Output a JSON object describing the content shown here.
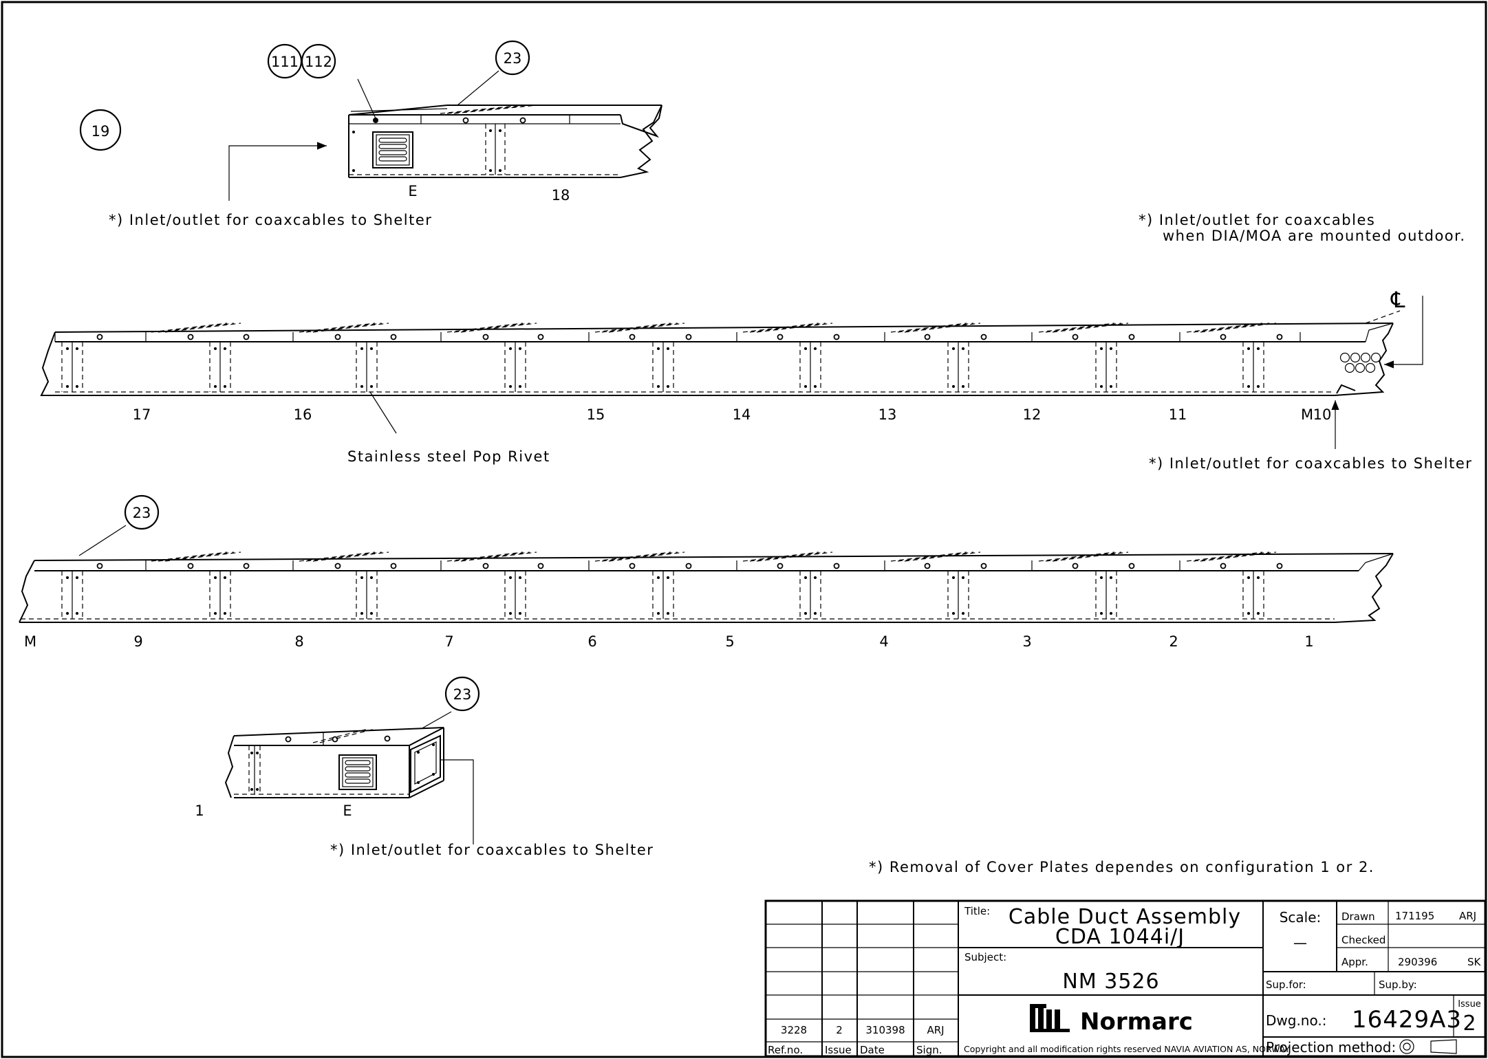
{
  "drawing": {
    "balloons": {
      "b111": "111",
      "b112": "112",
      "b23": "23",
      "b19": "19"
    },
    "annotations": {
      "inlet_shelter": "*) Inlet/outlet for coaxcables to Shelter",
      "inlet_outdoor_1": "*) Inlet/outlet for coaxcables",
      "inlet_outdoor_2": "when DIA/MOA are mounted outdoor.",
      "pop_rivet": "Stainless steel Pop Rivet",
      "removal_note": "*) Removal of Cover Plates dependes on configuration 1 or 2.",
      "centerline": "℄"
    },
    "top_section": {
      "left_label": "E",
      "right_label": "18"
    },
    "row1_segments": [
      "17",
      "16",
      "15",
      "14",
      "13",
      "12",
      "11",
      "10",
      "M"
    ],
    "row2_segments": [
      "M",
      "9",
      "8",
      "7",
      "6",
      "5",
      "4",
      "3",
      "2",
      "1"
    ],
    "end_section": {
      "left_label": "1",
      "right_label": "E"
    }
  },
  "title_block": {
    "revision": {
      "ref_no": "3228",
      "issue": "2",
      "date": "310398",
      "sign": "ARJ"
    },
    "headers": {
      "ref_no": "Ref.no.",
      "issue": "Issue",
      "date": "Date",
      "sign": "Sign."
    },
    "title_label": "Title:",
    "title_line1": "Cable Duct Assembly",
    "title_line2": "CDA 1044i/J",
    "subject_label": "Subject:",
    "subject": "NM 3526",
    "company": "Normarc",
    "copyright": "Copyright and all modification rights reserved NAVIA AVIATION AS, NORWAY",
    "scale_label": "Scale:",
    "scale_value": "—",
    "drawn_label": "Drawn",
    "drawn_date": "171195",
    "drawn_by": "ARJ",
    "checked_label": "Checked",
    "appr_label": "Appr.",
    "appr_date": "290396",
    "appr_by": "SK",
    "sup_for_label": "Sup.for:",
    "sup_by_label": "Sup.by:",
    "dwg_label": "Dwg.no.:",
    "dwg_no": "16429A3",
    "issue_label": "Issue",
    "issue_value": "2",
    "projection_label": "Projection method:"
  }
}
